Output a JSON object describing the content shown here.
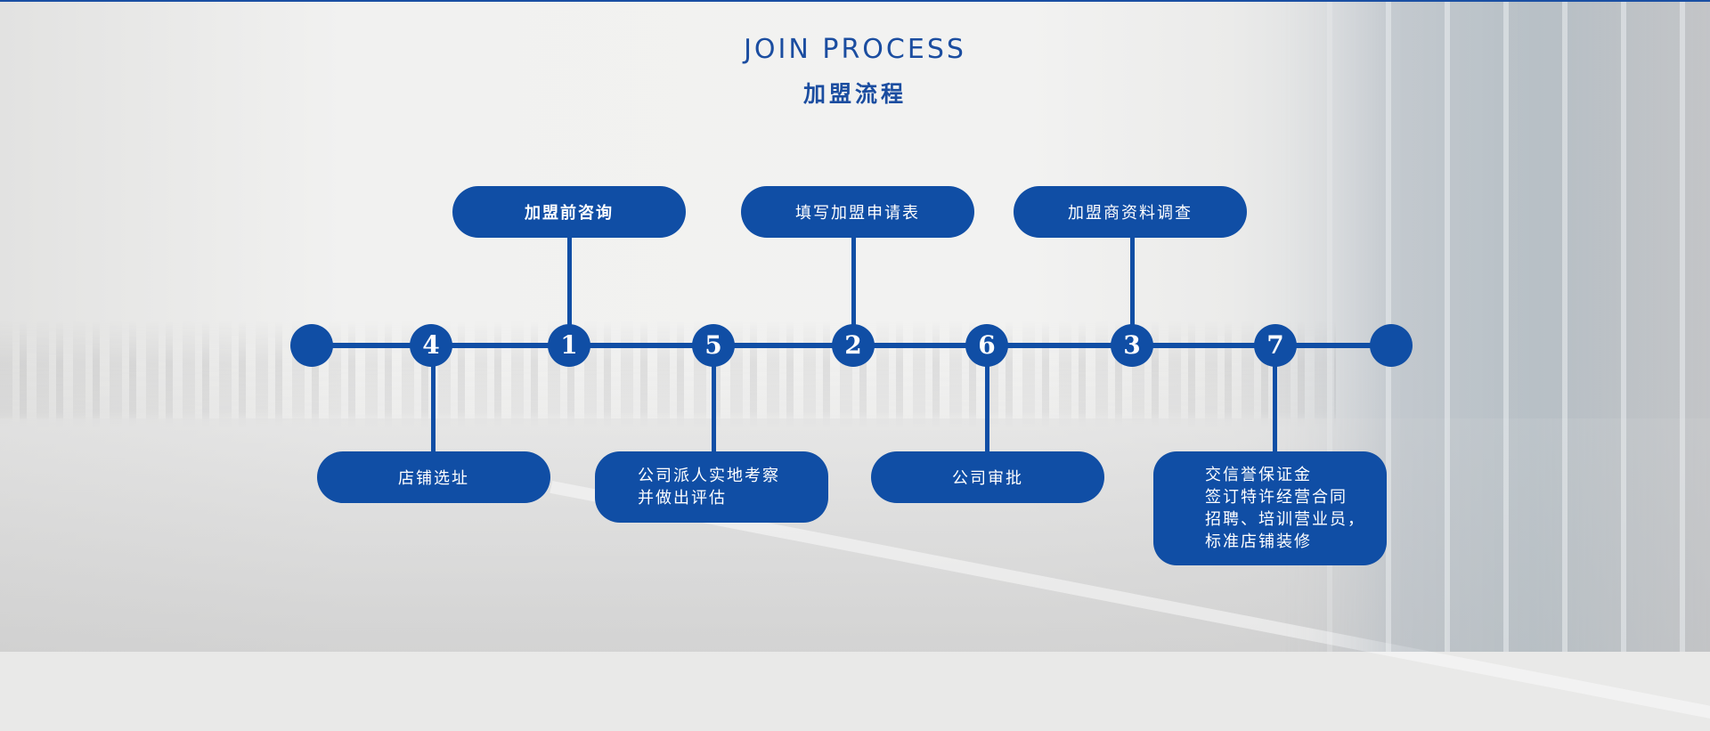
{
  "header": {
    "title_en": "JOIN PROCESS",
    "title_cn": "加盟流程"
  },
  "colors": {
    "accent": "#104ea5",
    "title": "#1b4da0",
    "box_text": "#ffffff"
  },
  "timeline": {
    "nodes_in_order": [
      "",
      "4",
      "1",
      "5",
      "2",
      "6",
      "3",
      "7",
      ""
    ],
    "steps": [
      {
        "number": "1",
        "label": "加盟前咨询",
        "position": "above"
      },
      {
        "number": "2",
        "label": "填写加盟申请表",
        "position": "above"
      },
      {
        "number": "3",
        "label": "加盟商资料调查",
        "position": "above"
      },
      {
        "number": "4",
        "label": "店铺选址",
        "position": "below"
      },
      {
        "number": "5",
        "label": "公司派人实地考察\n并做出评估",
        "position": "below"
      },
      {
        "number": "6",
        "label": "公司审批",
        "position": "below"
      },
      {
        "number": "7",
        "label": "交信誉保证金\n签订特许经营合同\n招聘、培训营业员，\n标准店铺装修",
        "position": "below"
      }
    ]
  }
}
